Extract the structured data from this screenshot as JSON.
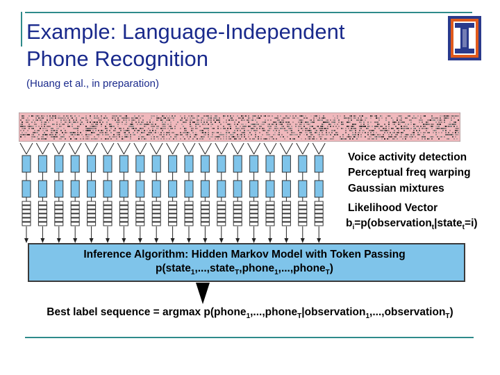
{
  "title": {
    "line1": "Example: Language-Independent",
    "line2": "Phone Recognition"
  },
  "subtitle": "(Huang et al., in preparation)",
  "logo": {
    "name": "university-logo",
    "letter": "I",
    "colors": {
      "outer": "#2a3a8c",
      "inner": "#e05a1c"
    }
  },
  "colors": {
    "title": "#1a2a8c",
    "rule": "#2e8a8a",
    "box_fill": "#7fc4ea",
    "spectrogram_bg": "#f0b8bc"
  },
  "processing_steps": [
    "Voice activity detection",
    "Perceptual freq warping",
    "Gaussian mixtures",
    "Likelihood Vector"
  ],
  "likelihood_formula": {
    "b": "b",
    "b_sub": "i",
    "eq": "=p(observation",
    "obs_sub": "t",
    "bar": "|state",
    "state_sub": "t",
    "tail": "=i)"
  },
  "inference": {
    "line1": "Inference Algorithm: Hidden Markov Model with Token Passing",
    "line2": {
      "p": "p(state",
      "s1": "1",
      "mid1": ",...,state",
      "sT": "T",
      "mid2": ",phone",
      "p1": "1",
      "mid3": ",...,phone",
      "pT": "T",
      "end": ")"
    }
  },
  "best_label": {
    "a": "Best label sequence = argmax p(phone",
    "s1": "1",
    "b": ",...,phone",
    "sT": "T",
    "c": "|observation",
    "o1": "1",
    "d": ",...,observation",
    "oT": "T",
    "e": ")"
  }
}
